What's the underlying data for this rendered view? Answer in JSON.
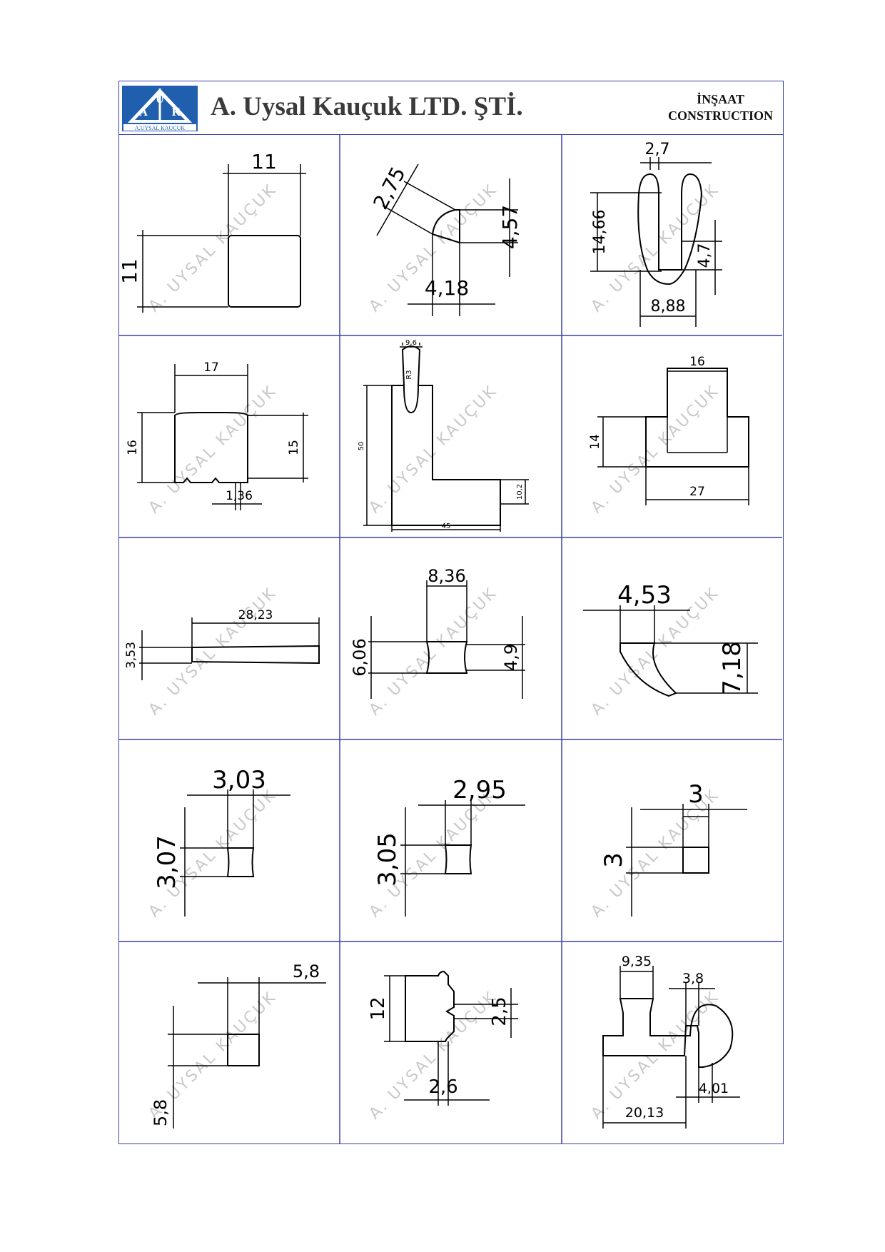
{
  "header": {
    "logo_letters": [
      "A",
      "U",
      "K"
    ],
    "logo_caption": "A.UYSAL KAUÇUK",
    "company_name": "A. Uysal Kauçuk LTD. ŞTİ.",
    "category_tr": "İNŞAAT",
    "category_en": "CONSTRUCTION"
  },
  "watermark": "A. UYSAL KAUÇUK",
  "colors": {
    "border": "#3b3fa8",
    "logo_blue": "#1f5fae"
  },
  "profiles": [
    {
      "dims": [
        "11",
        "11"
      ]
    },
    {
      "dims": [
        "2,75",
        "4,57",
        "4,18"
      ]
    },
    {
      "dims": [
        "2,7",
        "14,66",
        "4,7",
        "8,88"
      ]
    },
    {
      "dims": [
        "17",
        "16",
        "15",
        "1,36"
      ]
    },
    {
      "dims": [
        "9,6",
        "R3",
        "50",
        "10,2",
        "45"
      ]
    },
    {
      "dims": [
        "16",
        "14",
        "27"
      ]
    },
    {
      "dims": [
        "28,23",
        "3,53"
      ]
    },
    {
      "dims": [
        "8,36",
        "6,06",
        "4,9"
      ]
    },
    {
      "dims": [
        "4,53",
        "7,18"
      ]
    },
    {
      "dims": [
        "3,03",
        "3,07"
      ]
    },
    {
      "dims": [
        "2,95",
        "3,05"
      ]
    },
    {
      "dims": [
        "3",
        "3"
      ]
    },
    {
      "dims": [
        "5,8",
        "5,8"
      ]
    },
    {
      "dims": [
        "12",
        "2,5",
        "2,6"
      ]
    },
    {
      "dims": [
        "9,35",
        "3,8",
        "4,01",
        "20,13"
      ]
    }
  ]
}
